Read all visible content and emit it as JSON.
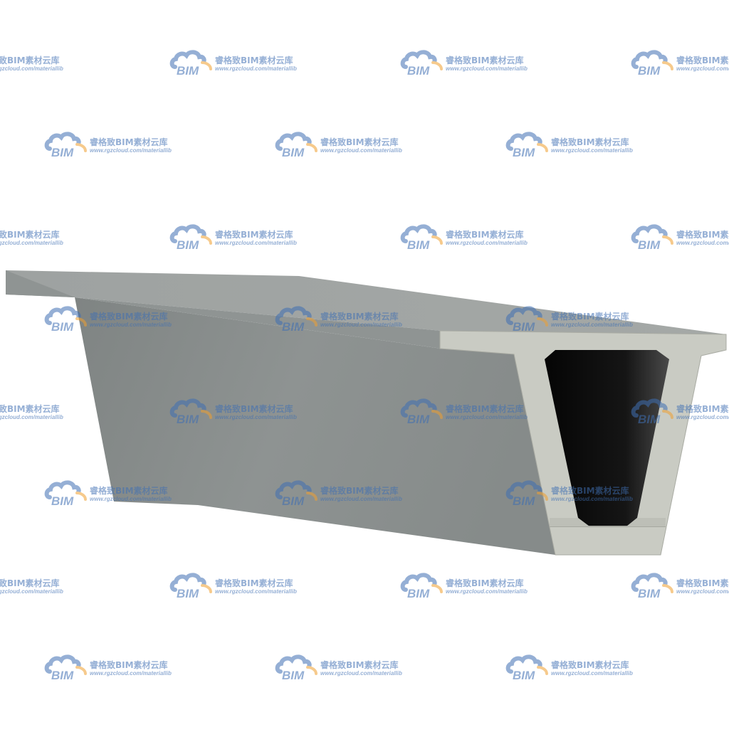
{
  "watermark": {
    "brand": "BIM",
    "text": "睿格致BIM素材云库",
    "url": "www.rgzcloud.com/materiallib",
    "colors": {
      "blue": "#3f6fb3",
      "orange": "#f0a030"
    }
  },
  "model": {
    "icon": "box-girder-3d-model",
    "colors": {
      "deck_top": "#9fa3a2",
      "web_side": "#8b908f",
      "cross_section": "#c9cbc3",
      "cell_void": "#111111"
    }
  }
}
